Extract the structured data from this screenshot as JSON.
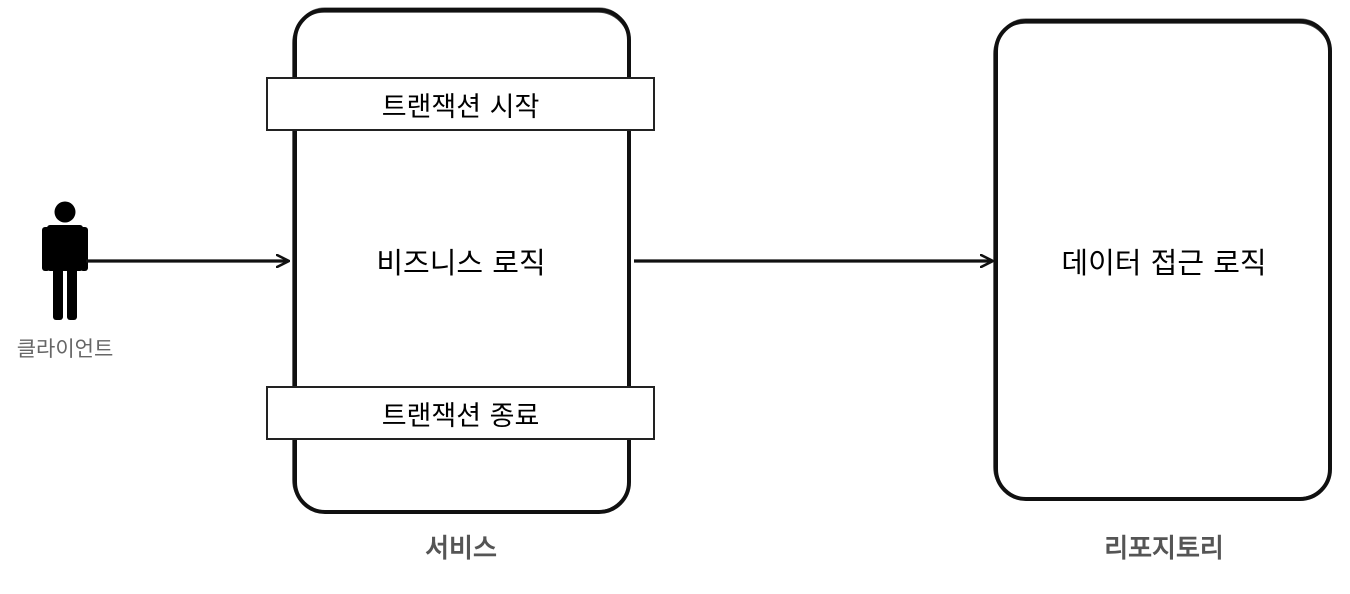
{
  "client": {
    "label": "클라이언트",
    "icon": "person-icon"
  },
  "service": {
    "caption": "서비스",
    "transaction_start": "트랜잭션 시작",
    "business_logic": "비즈니스 로직",
    "transaction_end": "트랜잭션 종료"
  },
  "repository": {
    "caption": "리포지토리",
    "data_access_logic": "데이터 접근 로직"
  },
  "colors": {
    "stroke": "#111111",
    "caption": "#555555",
    "client_label": "#666666"
  }
}
